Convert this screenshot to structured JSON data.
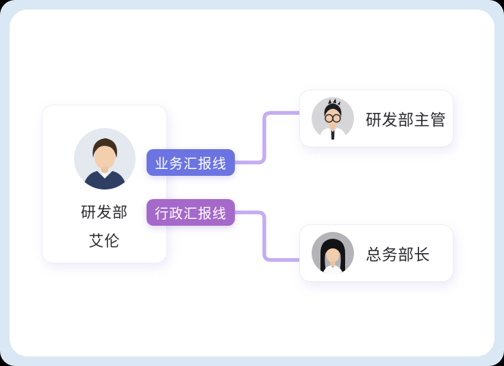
{
  "diagram": {
    "type": "org-reporting-lines",
    "root": {
      "department": "研发部",
      "name": "艾伦",
      "avatar_icon": "young-man-suit-avatar"
    },
    "edges": [
      {
        "label": "业务汇报线",
        "badge_color": "#6b74e1",
        "target": "研发部主管"
      },
      {
        "label": "行政汇报线",
        "badge_color": "#a569ca",
        "target": "总务部长"
      }
    ],
    "nodes": [
      {
        "title": "研发部主管",
        "avatar_icon": "young-man-glasses-avatar"
      },
      {
        "title": "总务部长",
        "avatar_icon": "young-woman-avatar"
      }
    ],
    "colors": {
      "outer_frame": "#d9e8f4",
      "canvas_background": "#ffffff",
      "connector_line": "#c5adf1",
      "badge_business": "#6b74e1",
      "badge_admin": "#a569ca",
      "card_border": "#eeedf4",
      "text": "#2b2b31",
      "badge_text": "#ffffff"
    }
  }
}
